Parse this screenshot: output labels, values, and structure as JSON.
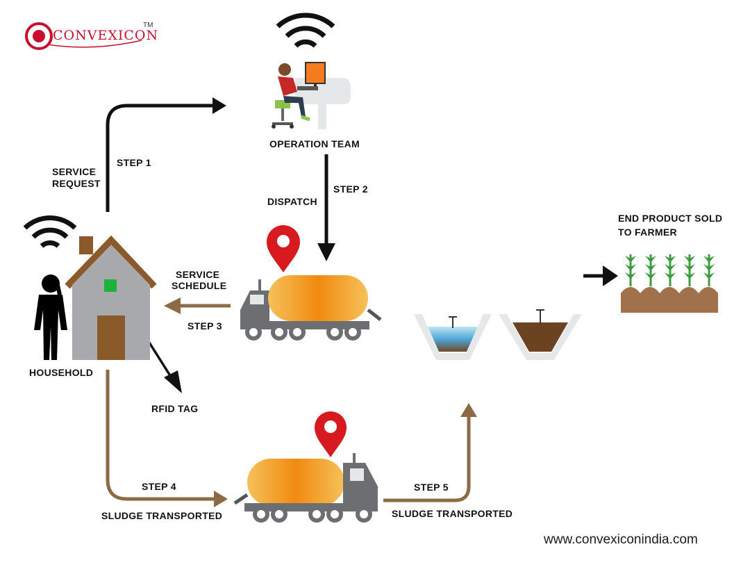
{
  "logo": {
    "text": "CONVEXICON",
    "tm": "TM",
    "brand_color": "#c8102e"
  },
  "labels": {
    "operation_team": "OPERATION TEAM",
    "step1": "STEP 1",
    "service_request_1": "SERVICE",
    "service_request_2": "REQUEST",
    "step2": "STEP 2",
    "dispatch": "DISPATCH",
    "service_schedule_1": "SERVICE",
    "service_schedule_2": "SCHEDULE",
    "step3": "STEP 3",
    "household": "HOUSEHOLD",
    "rfid_tag": "RFID TAG",
    "step4": "STEP 4",
    "sludge_transported_1": "SLUDGE TRANSPORTED",
    "step5": "STEP 5",
    "sludge_transported_2": "SLUDGE TRANSPORTED",
    "end_product_1": "END PRODUCT SOLD",
    "end_product_2": "TO FARMER"
  },
  "website": "www.convexiconindia.com",
  "colors": {
    "arrow_dark": "#111111",
    "arrow_brown": "#8b6a45",
    "tank_orange": "#f39a1e",
    "pin_red": "#d71920",
    "house_wall": "#a7a9ac",
    "house_roof": "#8b5a2b",
    "rfid_green": "#1db33a",
    "plant_green": "#3e9b3e",
    "soil_brown": "#a0714a"
  },
  "icons": [
    "wifi-icon",
    "location-pin-icon",
    "truck-icon",
    "house-icon",
    "person-phone-icon",
    "office-worker-icon",
    "treatment-tank-icon",
    "plants-icon"
  ]
}
